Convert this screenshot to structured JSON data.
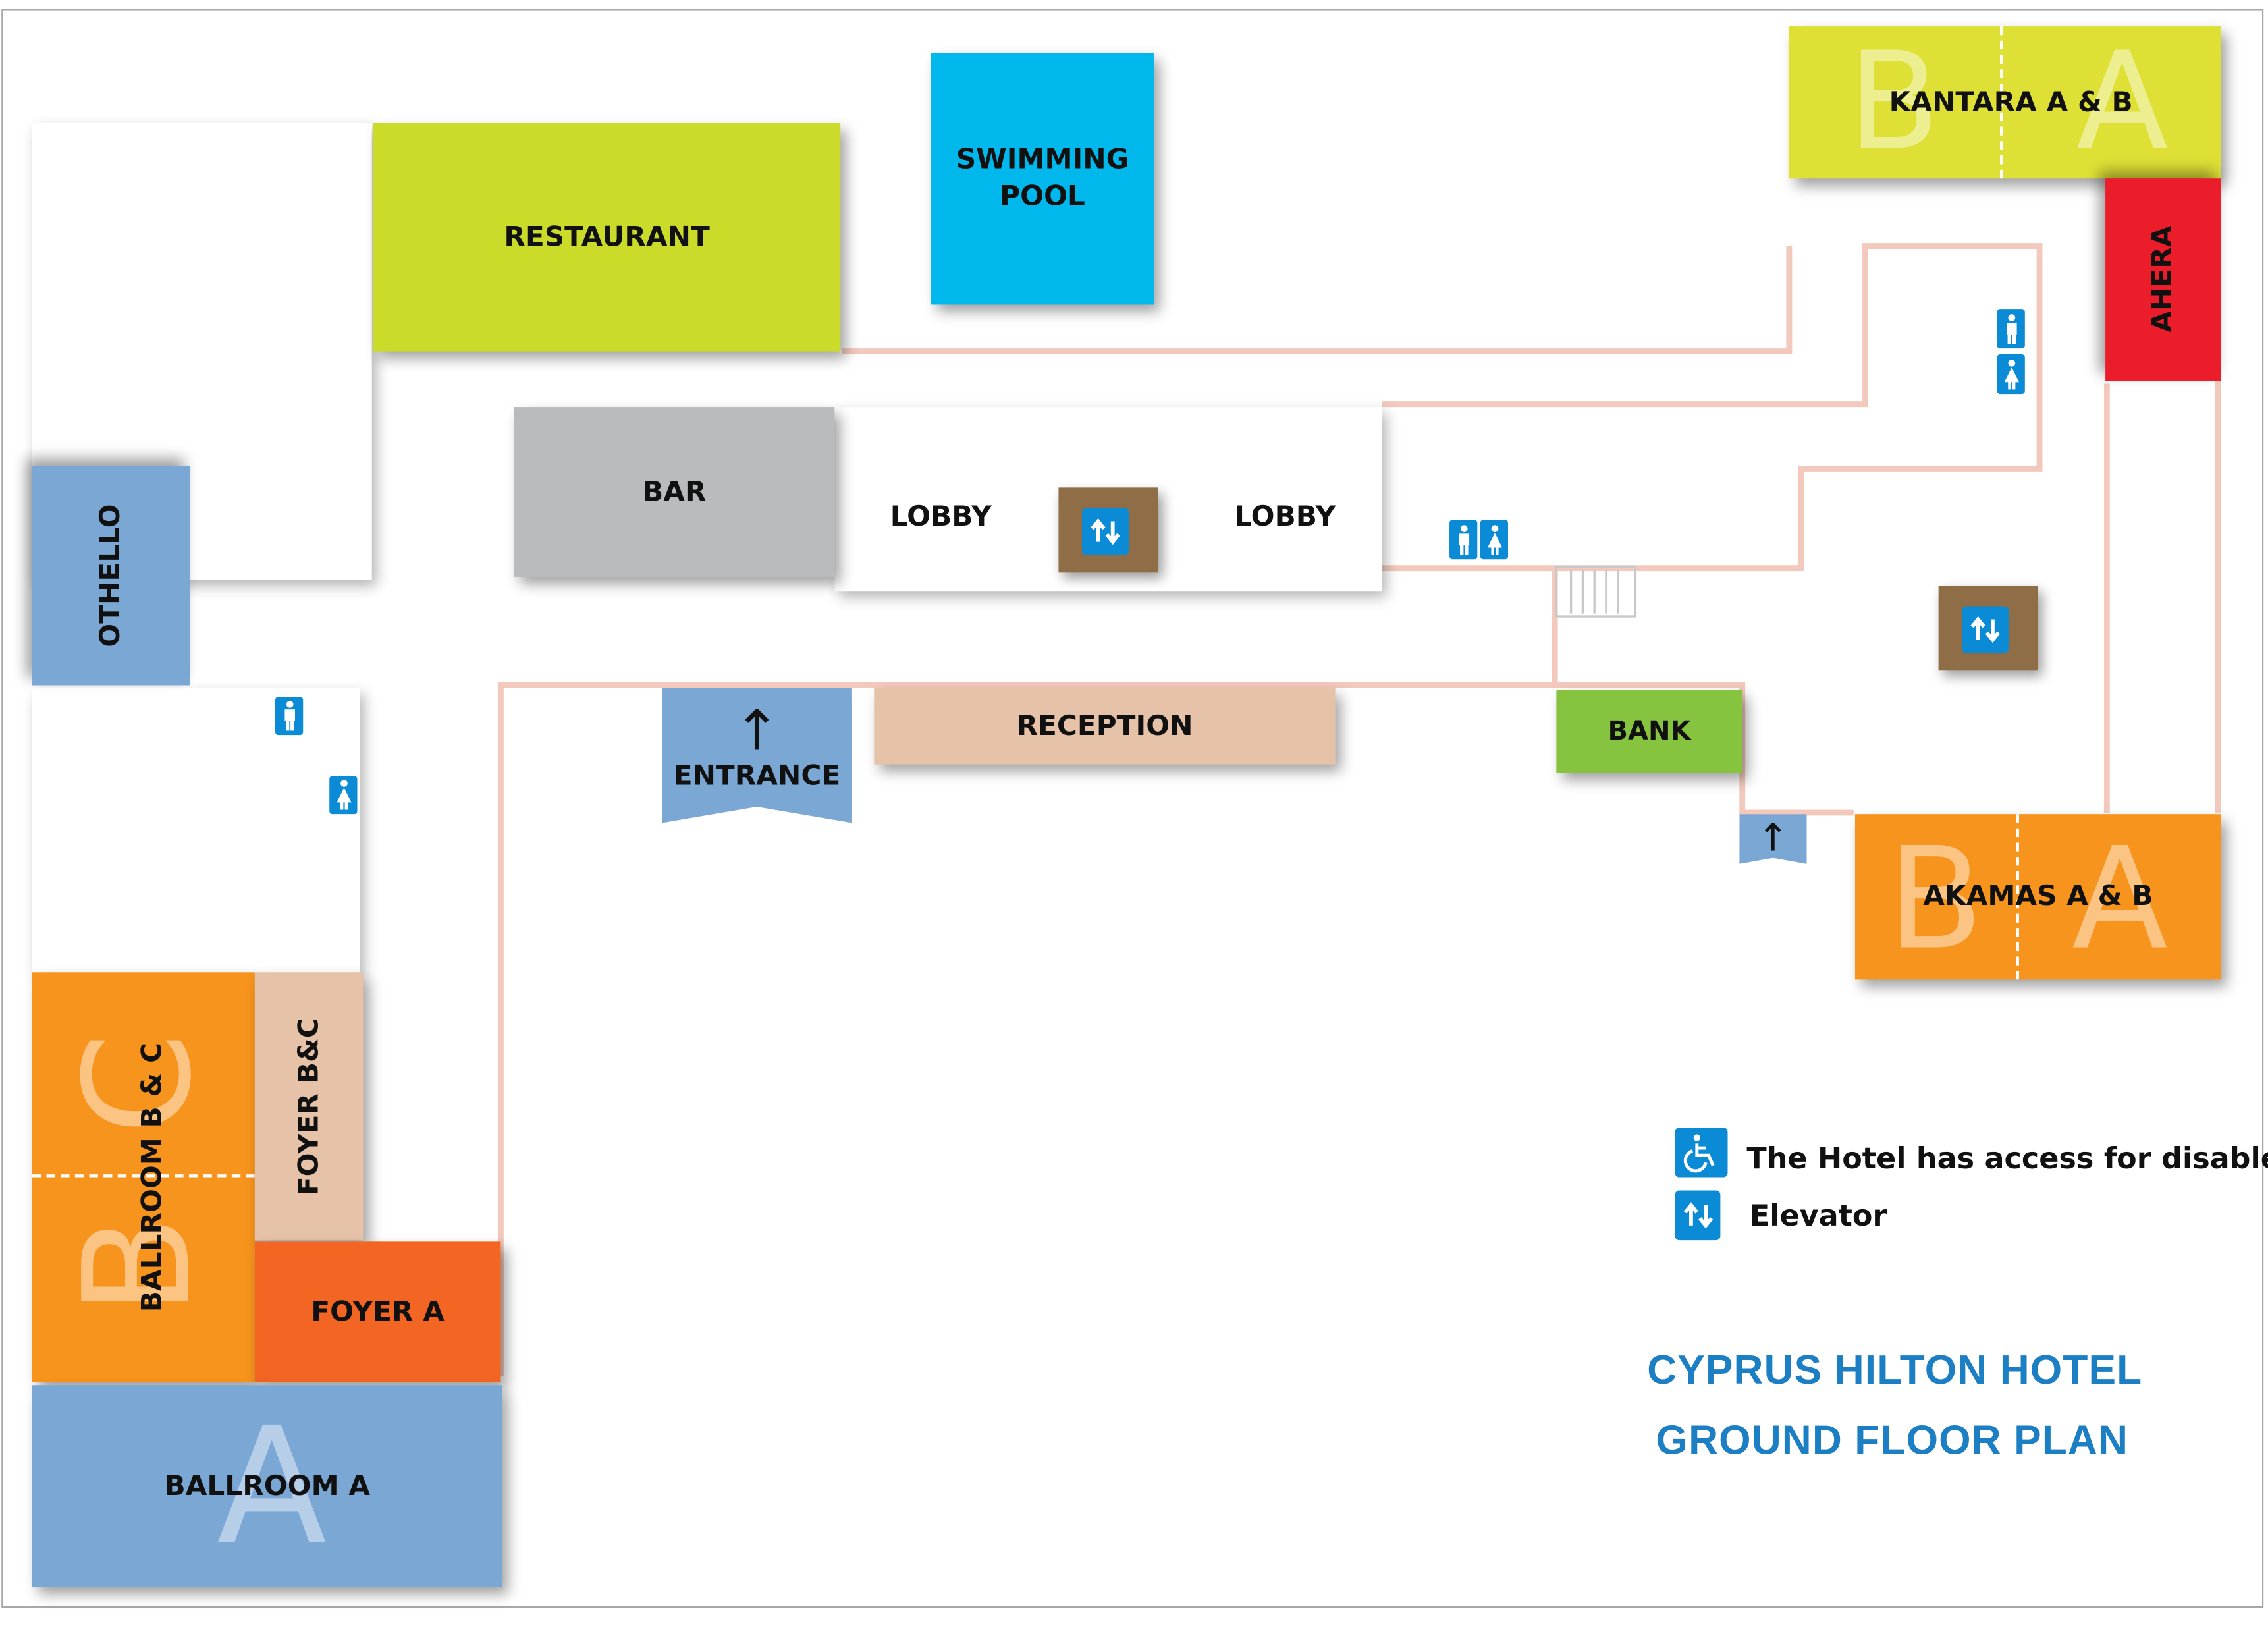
{
  "rooms": {
    "restaurant": "RESTAURANT",
    "swimming_pool_line1": "SWIMMING",
    "swimming_pool_line2": "POOL",
    "kantara": "KANTARA A & B",
    "ahera": "AHERA",
    "bar": "BAR",
    "lobby_left": "LOBBY",
    "lobby_right": "LOBBY",
    "othello": "OTHELLO",
    "entrance": "ENTRANCE",
    "reception": "RECEPTION",
    "bank": "BANK",
    "akamas": "AKAMAS A & B",
    "ballroom_bc": "BALLROOM B & C",
    "foyer_bc": "FOYER B&C",
    "foyer_a": "FOYER A",
    "ballroom_a": "BALLROOM A"
  },
  "section_letters": {
    "kantara_left": "B",
    "kantara_right": "A",
    "akamas_left": "B",
    "akamas_right": "A",
    "ballroom_upper": "C",
    "ballroom_lower": "B",
    "ballroom_a": "A"
  },
  "arrows": {
    "entrance_arrow": "↑",
    "side_exit_arrow": "↑"
  },
  "icons": {
    "elevator": "elevator-icon",
    "accessible": "wheelchair-icon",
    "male": "male-restroom-icon",
    "female": "female-restroom-icon",
    "stairs": "stairs-icon"
  },
  "legend": {
    "accessible_text": "The Hotel has access for disabled",
    "elevator_text": "Elevator"
  },
  "title": {
    "line1": "CYPRUS HILTON HOTEL",
    "line2": "GROUND FLOOR PLAN"
  },
  "colors": {
    "lime": "#cbdb2a",
    "yellow_lime": "#dfe036",
    "cyan": "#00b8ec",
    "red": "#ec1d2b",
    "grey": "#babbbd",
    "blue_grey": "#7ba7d4",
    "tan": "#e5c2a8",
    "green": "#86c440",
    "orange": "#f7941d",
    "dark_orange": "#f26522",
    "brown": "#8f6d47",
    "icon_blue": "#0b8bd6",
    "corridor": "#f3c9bd",
    "title_blue": "#1c7fc4"
  }
}
